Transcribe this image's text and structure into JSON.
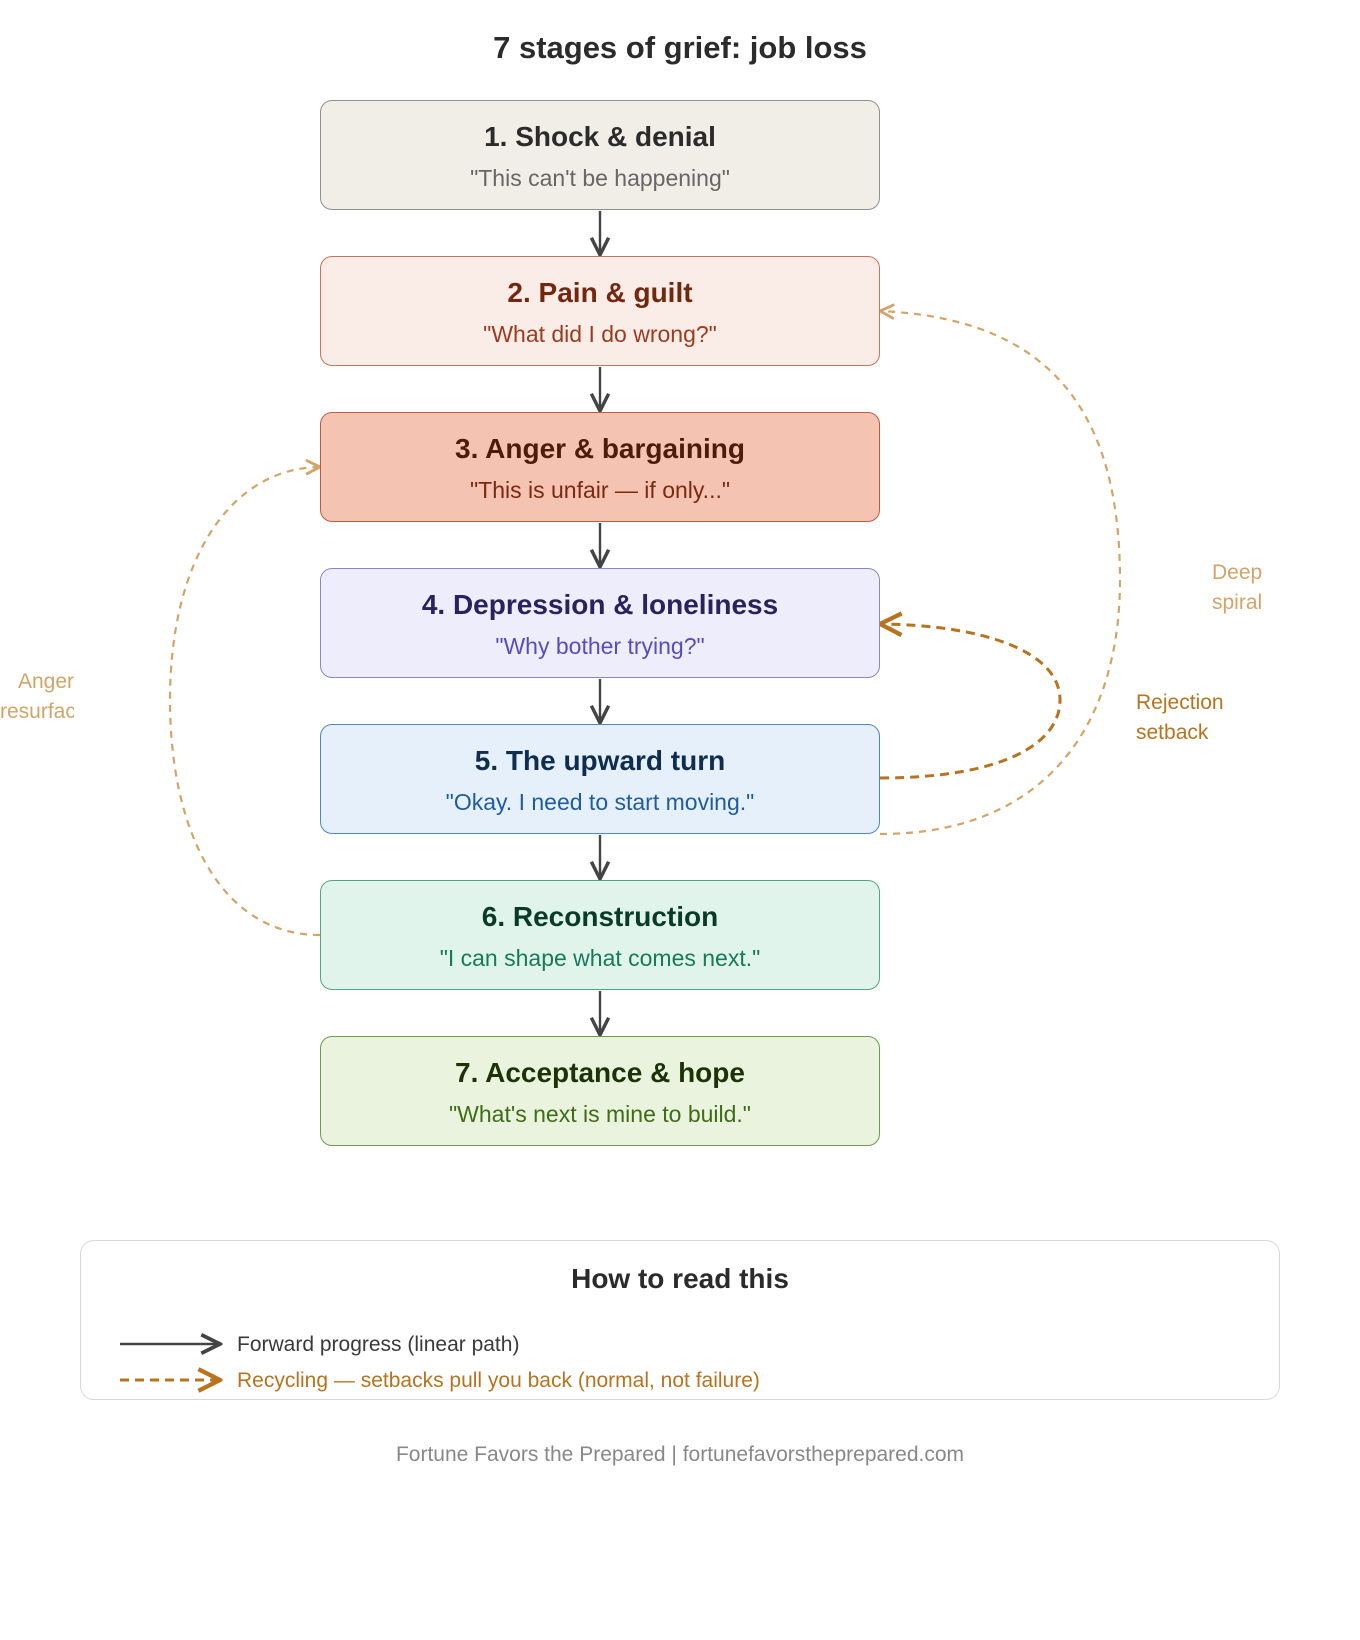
{
  "title": "7 stages of grief: job loss",
  "stages": [
    {
      "name": "1. Shock & denial",
      "quote": "\"This can't be happening\"",
      "fill": "#f1eee7",
      "border": "#8f8f8f",
      "title_color": "#2b2b2b",
      "quote_color": "#666666"
    },
    {
      "name": "2. Pain & guilt",
      "quote": "\"What did I do wrong?\"",
      "fill": "#faece7",
      "border": "#c8735a",
      "title_color": "#74270f",
      "quote_color": "#9c3c1e"
    },
    {
      "name": "3. Anger & bargaining",
      "quote": "\"This is unfair — if only...\"",
      "fill": "#f5c3b1",
      "border": "#c05a3e",
      "title_color": "#4f1b0a",
      "quote_color": "#7a2a12"
    },
    {
      "name": "4. Depression & loneliness",
      "quote": "\"Why bother trying?\"",
      "fill": "#eeedfc",
      "border": "#8c84d2",
      "title_color": "#2a2160",
      "quote_color": "#5a4bbf"
    },
    {
      "name": "5. The upward turn",
      "quote": "\"Okay. I need to start moving.\"",
      "fill": "#e5f0fb",
      "border": "#4f86c6",
      "title_color": "#0f2d4e",
      "quote_color": "#1f5c9e"
    },
    {
      "name": "6. Reconstruction",
      "quote": "\"I can shape what comes next.\"",
      "fill": "#e1f4ec",
      "border": "#52a584",
      "title_color": "#083b2a",
      "quote_color": "#177a5a"
    },
    {
      "name": "7. Acceptance & hope",
      "quote": "\"What's next is mine to build.\"",
      "fill": "#eaf3dd",
      "border": "#6f9a4a",
      "title_color": "#1c3208",
      "quote_color": "#3f6d17"
    }
  ],
  "loops": {
    "deep_spiral": {
      "line1": "Deep",
      "line2": "spiral"
    },
    "rejection_setback": {
      "line1": "Rejection",
      "line2": "setback"
    },
    "anger_resurface": {
      "line1": "Anger",
      "line2": "resurface"
    }
  },
  "legend": {
    "title": "How to read this",
    "forward": "Forward progress (linear path)",
    "recycling": "Recycling — setbacks pull you back (normal, not failure)"
  },
  "footer": "Fortune Favors the Prepared | fortunefavorstheprepared.com",
  "colors": {
    "forward_arrow": "#444444",
    "recycle_strong": "#b8731e",
    "recycle_light": "#d3a468"
  }
}
